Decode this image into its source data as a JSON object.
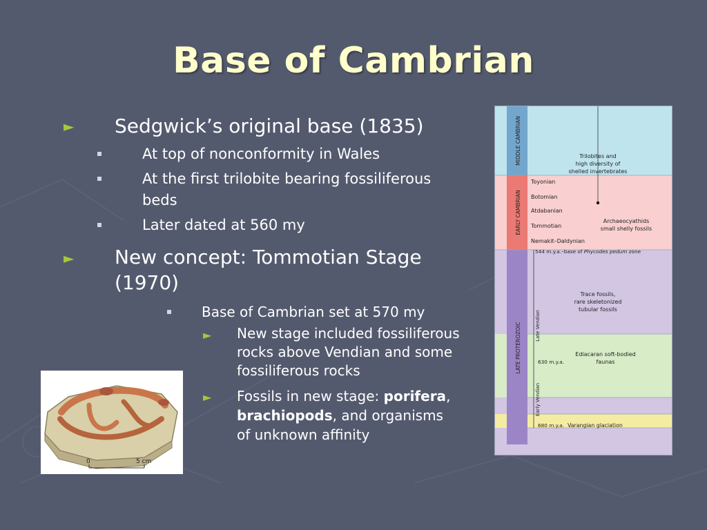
{
  "slide": {
    "title": "Base of Cambrian",
    "bullets": [
      {
        "text": "Sedgwick’s original base (1835)",
        "children": [
          {
            "text": "At top of nonconformity in Wales"
          },
          {
            "text_line1": "At the first trilobite bearing fossiliferous",
            "text_line2": "beds"
          },
          {
            "text": "Later dated at 560 my"
          }
        ]
      },
      {
        "text_line1": "New concept: Tommotian Stage",
        "text_line2": "(1970)",
        "children": [
          {
            "text": "Base of Cambrian set at 570 my",
            "children": [
              {
                "line1": "New stage included fossiliferous",
                "line2": "rocks above Vendian and some",
                "line3": "fossiliferous rocks"
              },
              {
                "line1_prefix": "Fossils in new stage: ",
                "line1_bold": "porifera",
                "line1_suffix": ",",
                "line2_bold": "brachiopods",
                "line2_suffix": ", and organisms",
                "line3": "of unknown affinity"
              }
            ]
          }
        ]
      }
    ]
  },
  "fossil_figure": {
    "scale_zero": "0",
    "scale_label": "5 cm"
  },
  "strat_column": {
    "periods": {
      "middle_cambrian": "MIDDLE CAMBRIAN",
      "early_cambrian": "EARLY CAMBRIAN",
      "late_proterozoic": "LATE PROTEROZOIC",
      "late_vendian": "Late Vendian",
      "early_vendian": "Early Vendian"
    },
    "stages": [
      "Toyonian",
      "Botomian",
      "Atdabanian",
      "Tommotian",
      "Nemakit–Daldynian"
    ],
    "notes": {
      "trilobites_1": "Trilobites and",
      "trilobites_2": "high diversity of",
      "trilobites_3": "shelled invertebrates",
      "archaeo_1": "Archaeocyathids",
      "archaeo_2": "small shelly fossils",
      "boundary_prefix": "544 m.y.a.–base of ",
      "boundary_italic": "Phycodes pedum",
      "boundary_suffix": " zone",
      "trace_1": "Trace fossils,",
      "trace_2": "rare skeletonized",
      "trace_3": "tubular fossils",
      "ediacaran_1": "Ediacaran soft-bodied",
      "ediacaran_2": "faunas",
      "mya_630": "630 m.y.a.",
      "mya_680": "680 m.y.a.",
      "glaciation": "Varangian glaciation"
    },
    "colors": {
      "middle_cambrian": "#bfe4ee",
      "early_cambrian": "#f9cfd0",
      "late_proterozoic": "#d2c6e3",
      "ediacaran": "#d7ecc7",
      "glaciation": "#f5eca4",
      "bar_blue": "#73a6cc",
      "bar_red": "#ea7a73",
      "bar_purple": "#9c85c6"
    }
  }
}
